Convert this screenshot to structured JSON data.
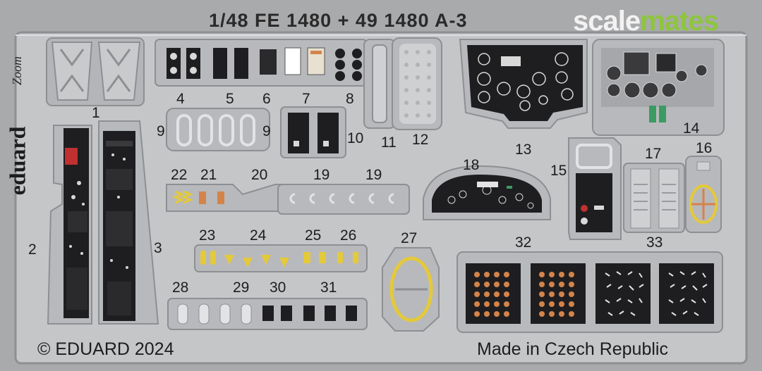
{
  "header": {
    "title": "1/48    FE 1480 + 49 1480  A-3",
    "watermark_part_a": "scale",
    "watermark_part_b": "mates"
  },
  "brand": {
    "name": "eduard",
    "zoom_label": "Zoom"
  },
  "footer": {
    "copyright": "© EDUARD 2024",
    "made_in": "Made in Czech Republic"
  },
  "part_numbers": [
    "1",
    "2",
    "3",
    "4",
    "5",
    "6",
    "7",
    "8",
    "9",
    "9",
    "10",
    "11",
    "12",
    "13",
    "14",
    "15",
    "16",
    "17",
    "18",
    "19",
    "19",
    "20",
    "21",
    "22",
    "23",
    "24",
    "25",
    "26",
    "27",
    "28",
    "29",
    "30",
    "31",
    "32",
    "33"
  ],
  "colors": {
    "fret_metal": "#c5c6c8",
    "fret_edge": "#8e8f92",
    "sheet_bg": "#a9aaac",
    "panel_black": "#1e1e20",
    "copper": "#d4844a",
    "yellow": "#e4c93a",
    "green": "#3a9b63",
    "red": "#c03030",
    "watermark_green": "#8ec53e"
  }
}
